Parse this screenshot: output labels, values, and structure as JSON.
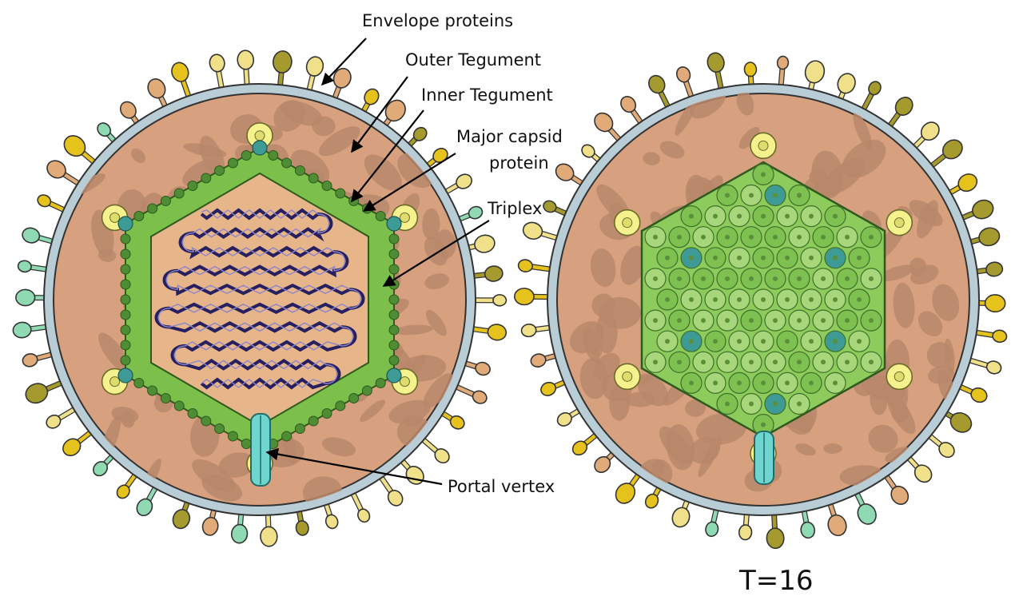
{
  "labels": {
    "envelope_proteins": "Envelope proteins",
    "outer_tegument": "Outer Tegument",
    "inner_tegument": "Inner Tegument",
    "major_capsid_line1": "Major capsid",
    "major_capsid_line2": "protein",
    "triplex": "Triplex",
    "portal_vertex": "Portal vertex"
  },
  "caption": "T=16",
  "colors": {
    "tegument": "#d7a07e",
    "tegument_dark": "#b8876a",
    "membrane": "#b9cdd6",
    "capsomer_green": "#7cbf4a",
    "capsid_light": "#a8d67a",
    "penton_teal": "#3d9a95",
    "portal": "#6fd6cf",
    "dna": "#262060",
    "protein_yellow": "#e6c21c",
    "protein_pale": "#f0e08a",
    "protein_mint": "#8fd9b3",
    "protein_olive": "#a59a2e",
    "protein_tan": "#e0ab78",
    "knob_yellow": "#f5f28e",
    "purple": "#b673d8"
  }
}
